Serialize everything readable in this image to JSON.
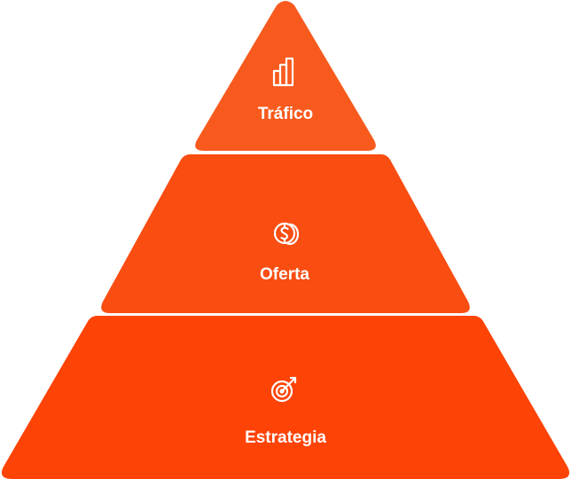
{
  "pyramid": {
    "tiers": [
      {
        "label": "Tráfico",
        "icon": "bar-chart-icon",
        "color": "#F85A1E"
      },
      {
        "label": "Oferta",
        "icon": "dollar-coins-icon",
        "color": "#FA4D12"
      },
      {
        "label": "Estrategia",
        "icon": "target-arrow-icon",
        "color": "#FE4306"
      }
    ]
  }
}
